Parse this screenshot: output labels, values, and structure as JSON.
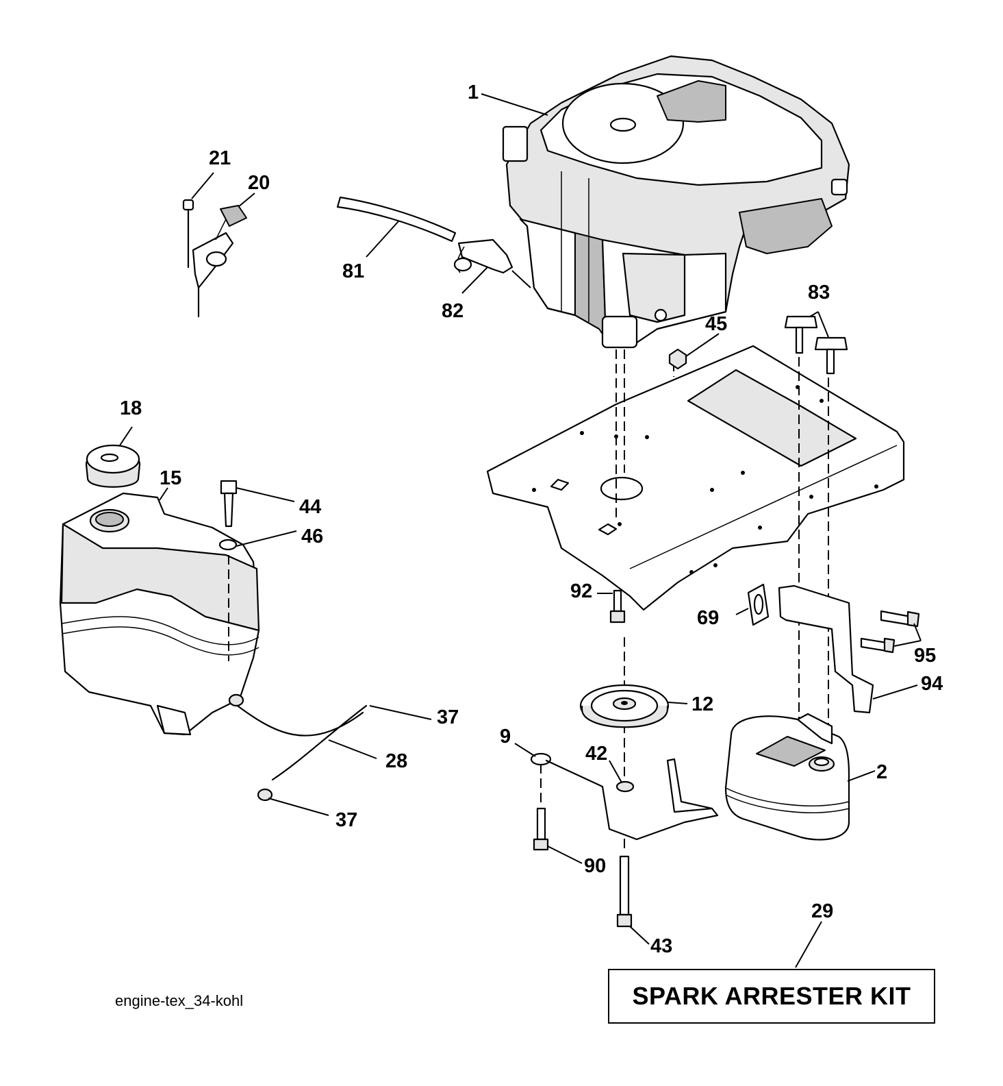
{
  "callouts": [
    "1",
    "21",
    "20",
    "81",
    "82",
    "83",
    "45",
    "18",
    "15",
    "44",
    "46",
    "92",
    "69",
    "95",
    "94",
    "12",
    "37",
    "28",
    "9",
    "42",
    "2",
    "37",
    "90",
    "43",
    "29"
  ],
  "kit_label": "SPARK ARRESTER KIT",
  "reference_code": "engine-tex_34-kohl"
}
